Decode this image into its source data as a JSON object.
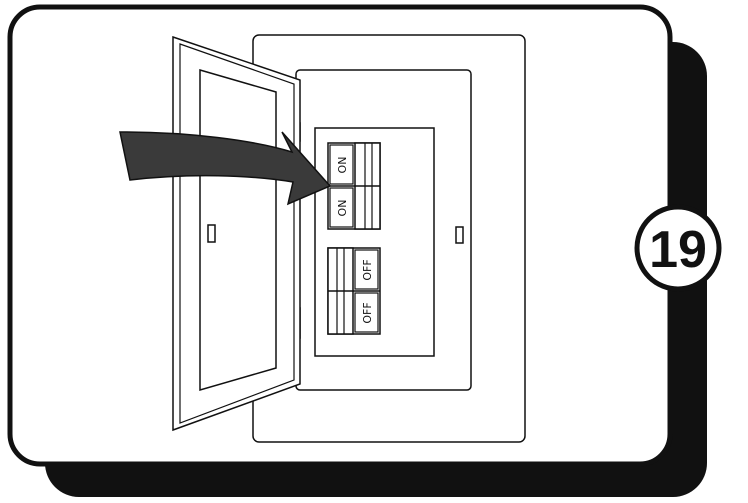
{
  "step_badge": {
    "number": "19"
  },
  "breakers": {
    "top_group": [
      {
        "label": "ON"
      },
      {
        "label": "ON"
      }
    ],
    "bottom_group": [
      {
        "label": "OFF"
      },
      {
        "label": "OFF"
      }
    ]
  },
  "arrow": {
    "icon": "pointing-arrow-icon",
    "color": "#3a3a3a"
  },
  "colors": {
    "outline": "#111111",
    "card": "#ffffff",
    "shadow": "#111111"
  }
}
